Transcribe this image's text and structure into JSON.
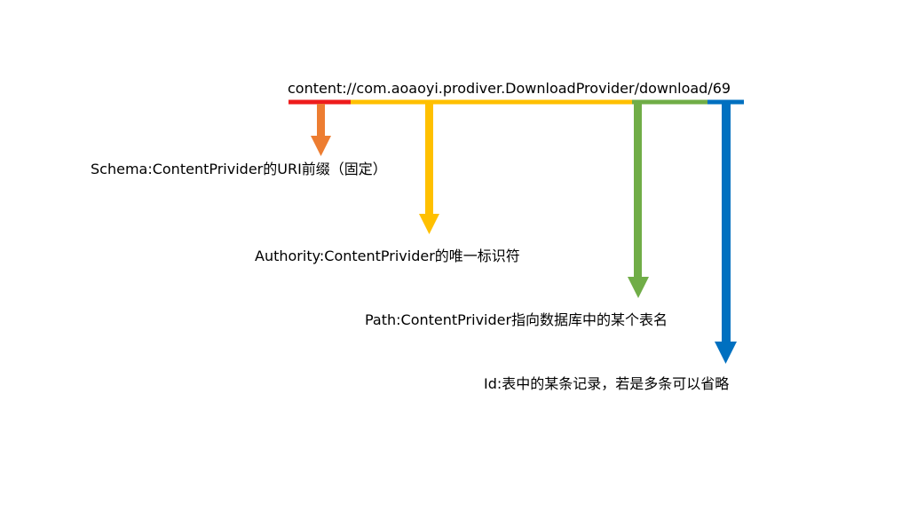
{
  "uri": "content://com.aoaoyi.prodiver.DownloadProvider/download/69",
  "parts": [
    {
      "key": "schema",
      "color": "#ee1c1c",
      "arrow_color": "#ed7d31",
      "label": "Schema:ContentPrivider的URI前缀（固定）"
    },
    {
      "key": "authority",
      "color": "#ffc000",
      "arrow_color": "#ffc000",
      "label": "Authority:ContentPrivider的唯一标识符"
    },
    {
      "key": "path",
      "color": "#70ad47",
      "arrow_color": "#70ad47",
      "label": "Path:ContentPrivider指向数据库中的某个表名"
    },
    {
      "key": "id",
      "color": "#0070c0",
      "arrow_color": "#0070c0",
      "label": "Id:表中的某条记录，若是多条可以省略"
    }
  ]
}
